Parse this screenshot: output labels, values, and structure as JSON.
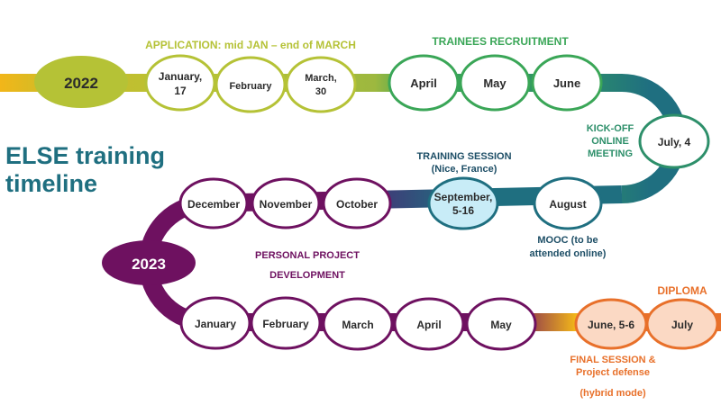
{
  "title": {
    "line1": "ELSE training",
    "line2": "timeline"
  },
  "colors": {
    "yellow": "#f2b619",
    "lime": "#b5c236",
    "green": "#3aa657",
    "teal": "#1f6f80",
    "purple": "#6e1160",
    "orange": "#e8702a",
    "light_blue": "#c8ecf7"
  },
  "years": {
    "y2022": "2022",
    "y2023": "2023"
  },
  "row1": {
    "application_label": "APPLICATION: mid JAN – end of MARCH",
    "trainees_label": "TRAINEES RECRUITMENT",
    "jan17": [
      "January,",
      "17"
    ],
    "february": "February",
    "mar30": [
      "March,",
      "30"
    ],
    "april": "April",
    "may": "May",
    "june": "June"
  },
  "kickoff": {
    "label": [
      "KICK-OFF",
      "ONLINE",
      "MEETING"
    ],
    "date": "July, 4"
  },
  "row2": {
    "training_label": [
      "TRAINING SESSION",
      "(Nice, France)"
    ],
    "september": [
      "September,",
      "5-16"
    ],
    "august": "August",
    "mooc_label": [
      "MOOC (to be",
      "attended online)"
    ],
    "october": "October",
    "november": "November",
    "december": "December"
  },
  "personal_project": [
    "PERSONAL PROJECT",
    "DEVELOPMENT"
  ],
  "row3": {
    "january": "January",
    "february": "February",
    "march": "March",
    "april": "April",
    "may": "May",
    "june56": "June, 5-6",
    "july": "July",
    "diploma_label": "DIPLOMA",
    "final_label": [
      "FINAL SESSION &",
      "Project defense"
    ],
    "hybrid_label": "(hybrid mode)"
  }
}
